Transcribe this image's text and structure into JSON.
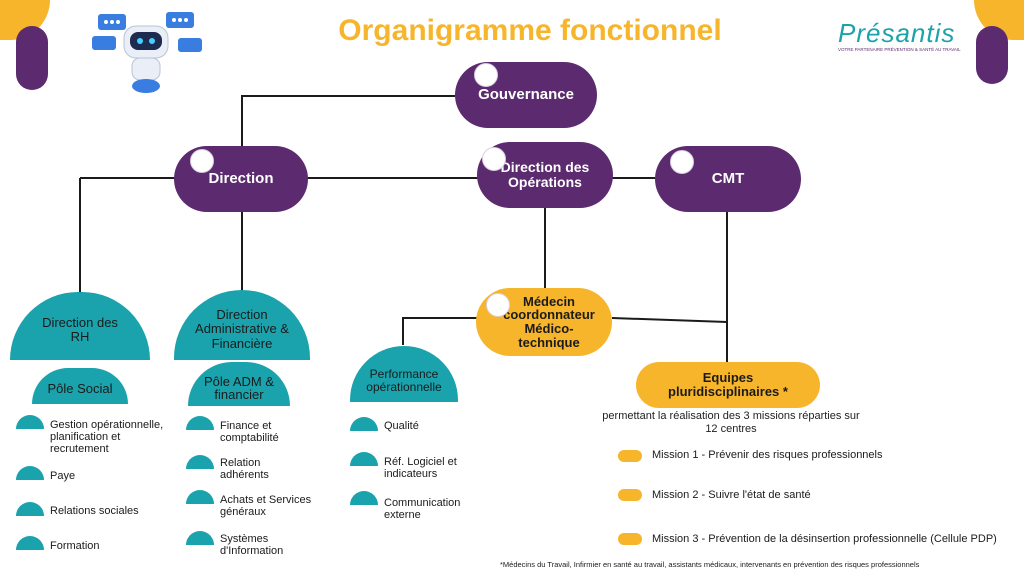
{
  "title": "Organigramme fonctionnel",
  "logo": {
    "text_main": "Présantis",
    "tagline": "VOTRE PARTENAIRE PRÉVENTION & SANTÉ AU TRAVAIL"
  },
  "nodes": {
    "gouvernance": "Gouvernance",
    "direction": "Direction",
    "direction_operations": "Direction des Opérations",
    "cmt": "CMT",
    "medecin": "Médecin coordonnateur Médico-technique",
    "equipes": "Equipes pluridisciplinaires *"
  },
  "departments": {
    "rh": {
      "title": "Direction des RH",
      "pole": "Pôle Social",
      "items": [
        "Gestion opérationnelle, planification et recrutement",
        "Paye",
        "Relations sociales",
        "Formation"
      ]
    },
    "adm": {
      "title": "Direction Administrative & Financière",
      "pole": "Pôle ADM & financier",
      "items": [
        "Finance et comptabilité",
        "Relation adhérents",
        "Achats et Services généraux",
        "Systèmes d'Information"
      ]
    },
    "perf": {
      "title": "Performance opérationnelle",
      "items": [
        "Qualité",
        "Réf. Logiciel et indicateurs",
        "Communication externe"
      ]
    }
  },
  "equipes_desc": "permettant la réalisation des 3 missions réparties sur 12 centres",
  "missions": [
    "Mission 1 -  Prévenir des risques professionnels",
    "Mission 2 -  Suivre l'état de santé",
    "Mission 3 -  Prévention de la désinsertion professionnelle (Cellule PDP)"
  ],
  "footnote": "*Médecins du Travail, Infirmier en santé au travail, assistants médicaux, intervenants en prévention des risques professionnels",
  "colors": {
    "purple": "#5c2a6e",
    "orange": "#f7b52b",
    "teal": "#1aa3ad"
  }
}
